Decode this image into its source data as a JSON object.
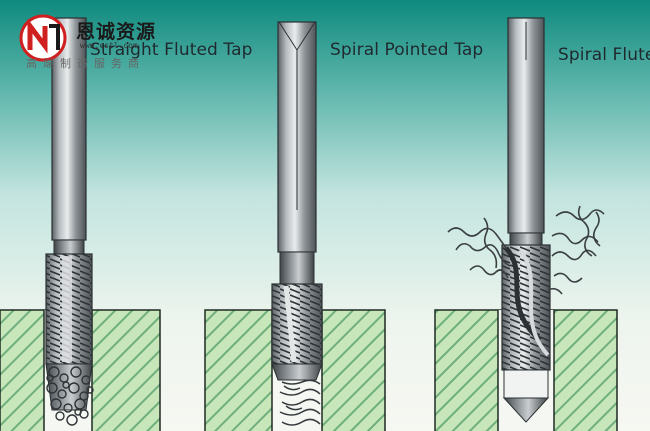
{
  "labels": {
    "straight": "Straight Fluted Tap",
    "spiral_pointed": "Spiral Pointed Tap",
    "spiral_fluted": "Spiral Flute"
  },
  "watermark": {
    "brand": "恩诚资源",
    "url": "www.cstl.com",
    "tagline": "高端制造服务商"
  },
  "colors": {
    "background_top": "#0f8a7e",
    "background_mid": "#bfe3df",
    "background_bottom": "#f4f7f1",
    "workpiece_fill": "#c7e6b9",
    "workpiece_hatch": "#6fae7e",
    "tool_steel": "#8f9598",
    "logo_red": "#d01f1f"
  }
}
